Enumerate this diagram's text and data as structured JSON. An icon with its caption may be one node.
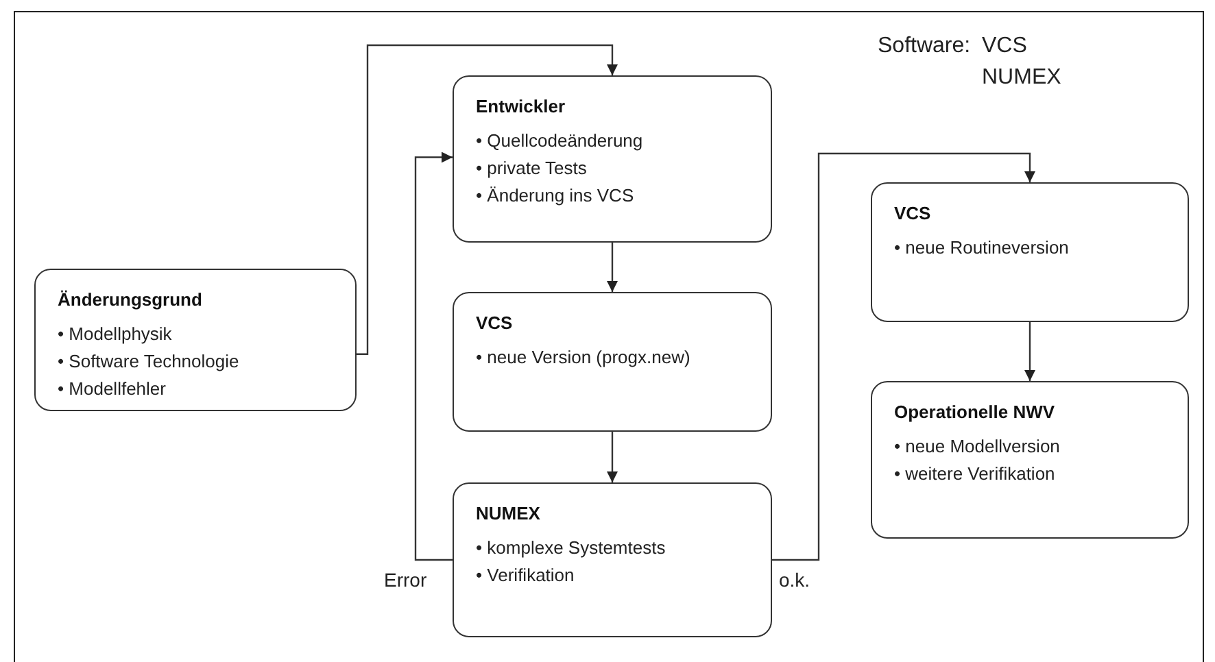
{
  "diagram": {
    "nodes": [
      {
        "text": [
          "Änderungsgrund",
          "• Modellphysik",
          "• Software Technologie",
          "• Modellfehler"
        ]
      },
      {
        "text": [
          "Entwickler",
          "• Quellcodeänderung",
          "• private Tests",
          "• Änderung ins VCS"
        ]
      },
      {
        "text": [
          "VCS",
          "• neue Version (progx.new)"
        ]
      },
      {
        "text": [
          "NUMEX",
          "• komplexe Systemtests",
          "• Verifikation"
        ]
      },
      {
        "text": [
          "VCS",
          "• neue Routineversion"
        ]
      },
      {
        "text": [
          "Operationelle NWV",
          "• neue Modellversion",
          "• weitere Verifikation"
        ]
      }
    ],
    "edges": [
      {
        "from": 0,
        "to": 1,
        "arrow": "to"
      },
      {
        "from": 1,
        "to": 2,
        "arrow": "to"
      },
      {
        "from": 2,
        "to": 3,
        "arrow": "to"
      },
      {
        "from": 3,
        "to": 1,
        "arrow": "to",
        "label": "Error"
      },
      {
        "from": 3,
        "to": 4,
        "arrow": "to",
        "label": "o.k."
      },
      {
        "from": 4,
        "to": 5,
        "arrow": "to"
      }
    ],
    "labels": [
      "Software:",
      "VCS",
      "NUMEX"
    ]
  }
}
